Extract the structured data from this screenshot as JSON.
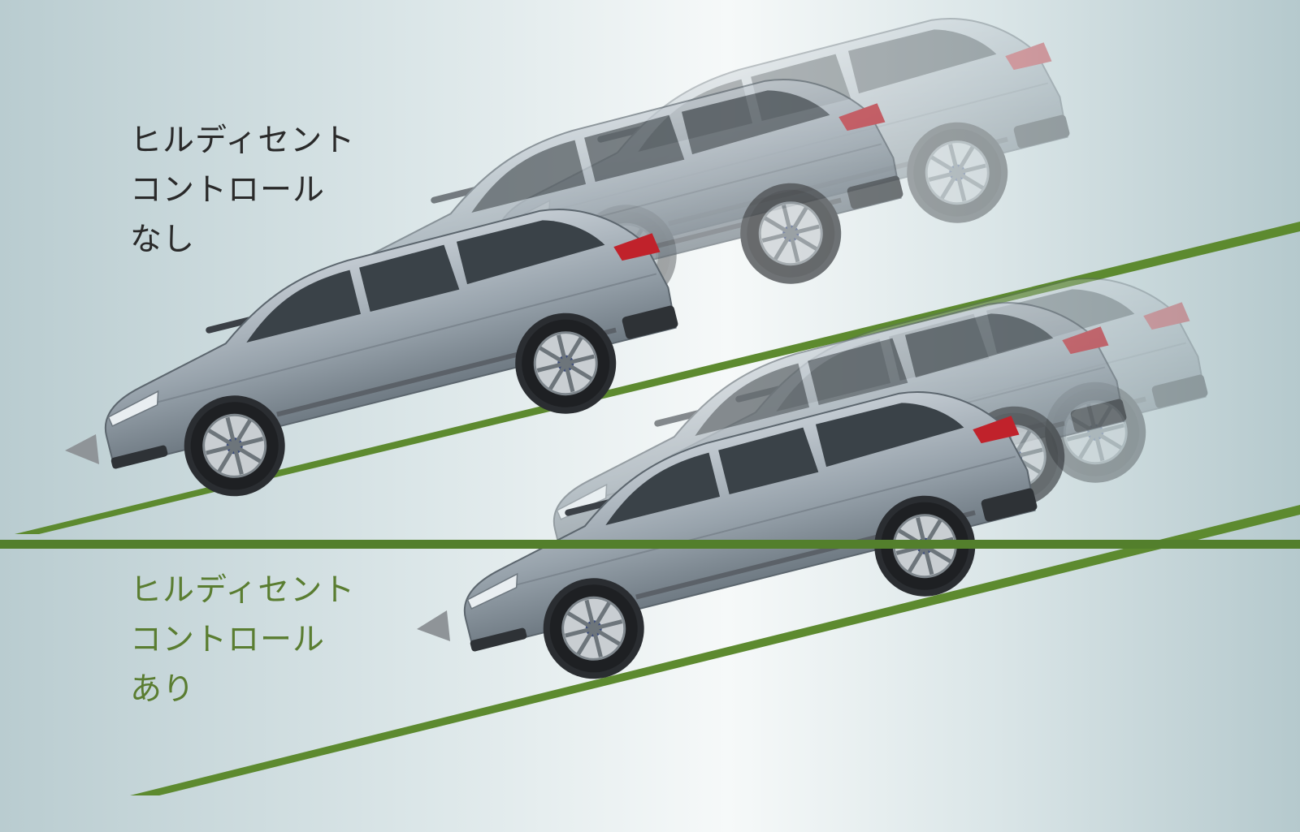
{
  "panels": [
    {
      "id": "without",
      "label_lines": [
        "ヒルディセント",
        "コントロール",
        "なし"
      ],
      "label_color": "#2a2a2a"
    },
    {
      "id": "with",
      "label_lines": [
        "ヒルディセント",
        "コントロール",
        "あり"
      ],
      "label_color": "#5a7d31"
    }
  ],
  "colors": {
    "slope": "#5d8a2f",
    "divider": "#537f2c",
    "car_body": "#9aa5ae",
    "window": "#3a4248",
    "wheel": "#2b2d30",
    "rim": "#c9ced2",
    "taillight": "#c0222b",
    "arrow": "#8f9498"
  },
  "icons": {
    "direction_arrow": "triangle-left-icon",
    "vehicle": "car-icon"
  }
}
